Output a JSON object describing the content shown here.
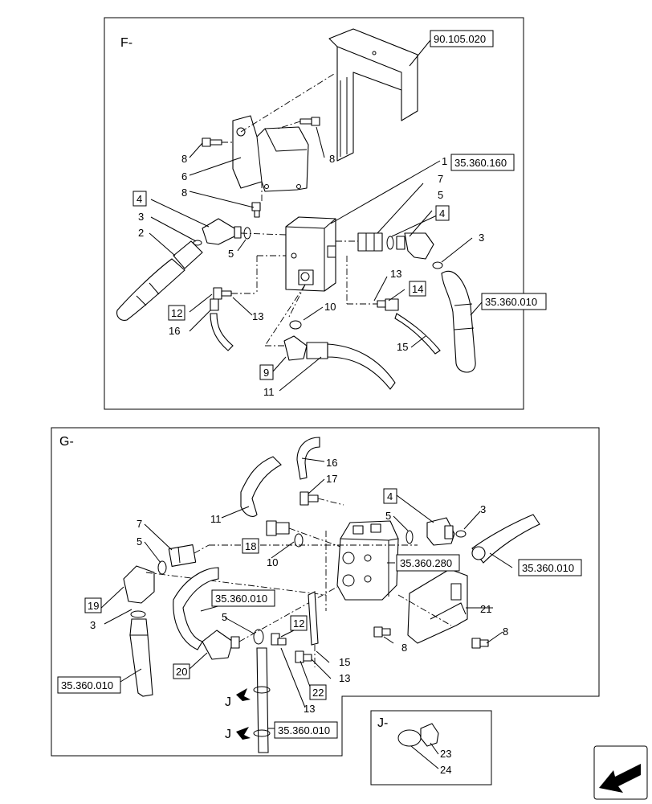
{
  "panels": {
    "f": {
      "title": "F-"
    },
    "g": {
      "title": "G-"
    },
    "j": {
      "title": "J-"
    }
  },
  "refs": {
    "f_frame": "90.105.020",
    "f_valve": "35.360.160",
    "f_hose_right": "35.360.010",
    "g_valve": "35.360.280",
    "g_hose_right": "35.360.010",
    "g_hose_mid": "35.360.010",
    "g_hose_left": "35.360.010",
    "g_hose_bottom": "35.360.010"
  },
  "callouts": {
    "f": {
      "c1": "1",
      "c2": "2",
      "c3a": "3",
      "c3b": "3",
      "c4a": "4",
      "c4b": "4",
      "c5a": "5",
      "c5b": "5",
      "c6": "6",
      "c7": "7",
      "c8a": "8",
      "c8b": "8",
      "c8c": "8",
      "c9": "9",
      "c10": "10",
      "c11": "11",
      "c12": "12",
      "c13a": "13",
      "c13b": "13",
      "c14": "14",
      "c15": "15",
      "c16": "16"
    },
    "g": {
      "c3a": "3",
      "c3b": "3",
      "c4": "4",
      "c5a": "5",
      "c5b": "5",
      "c5c": "5",
      "c7": "7",
      "c8a": "8",
      "c8b": "8",
      "c10": "10",
      "c11": "11",
      "c12": "12",
      "c13a": "13",
      "c13b": "13",
      "c15": "15",
      "c16": "16",
      "c17": "17",
      "c18": "18",
      "c19": "19",
      "c20": "20",
      "c21": "21",
      "c22": "22",
      "jA": "J",
      "jB": "J"
    },
    "j": {
      "c23": "23",
      "c24": "24"
    }
  }
}
